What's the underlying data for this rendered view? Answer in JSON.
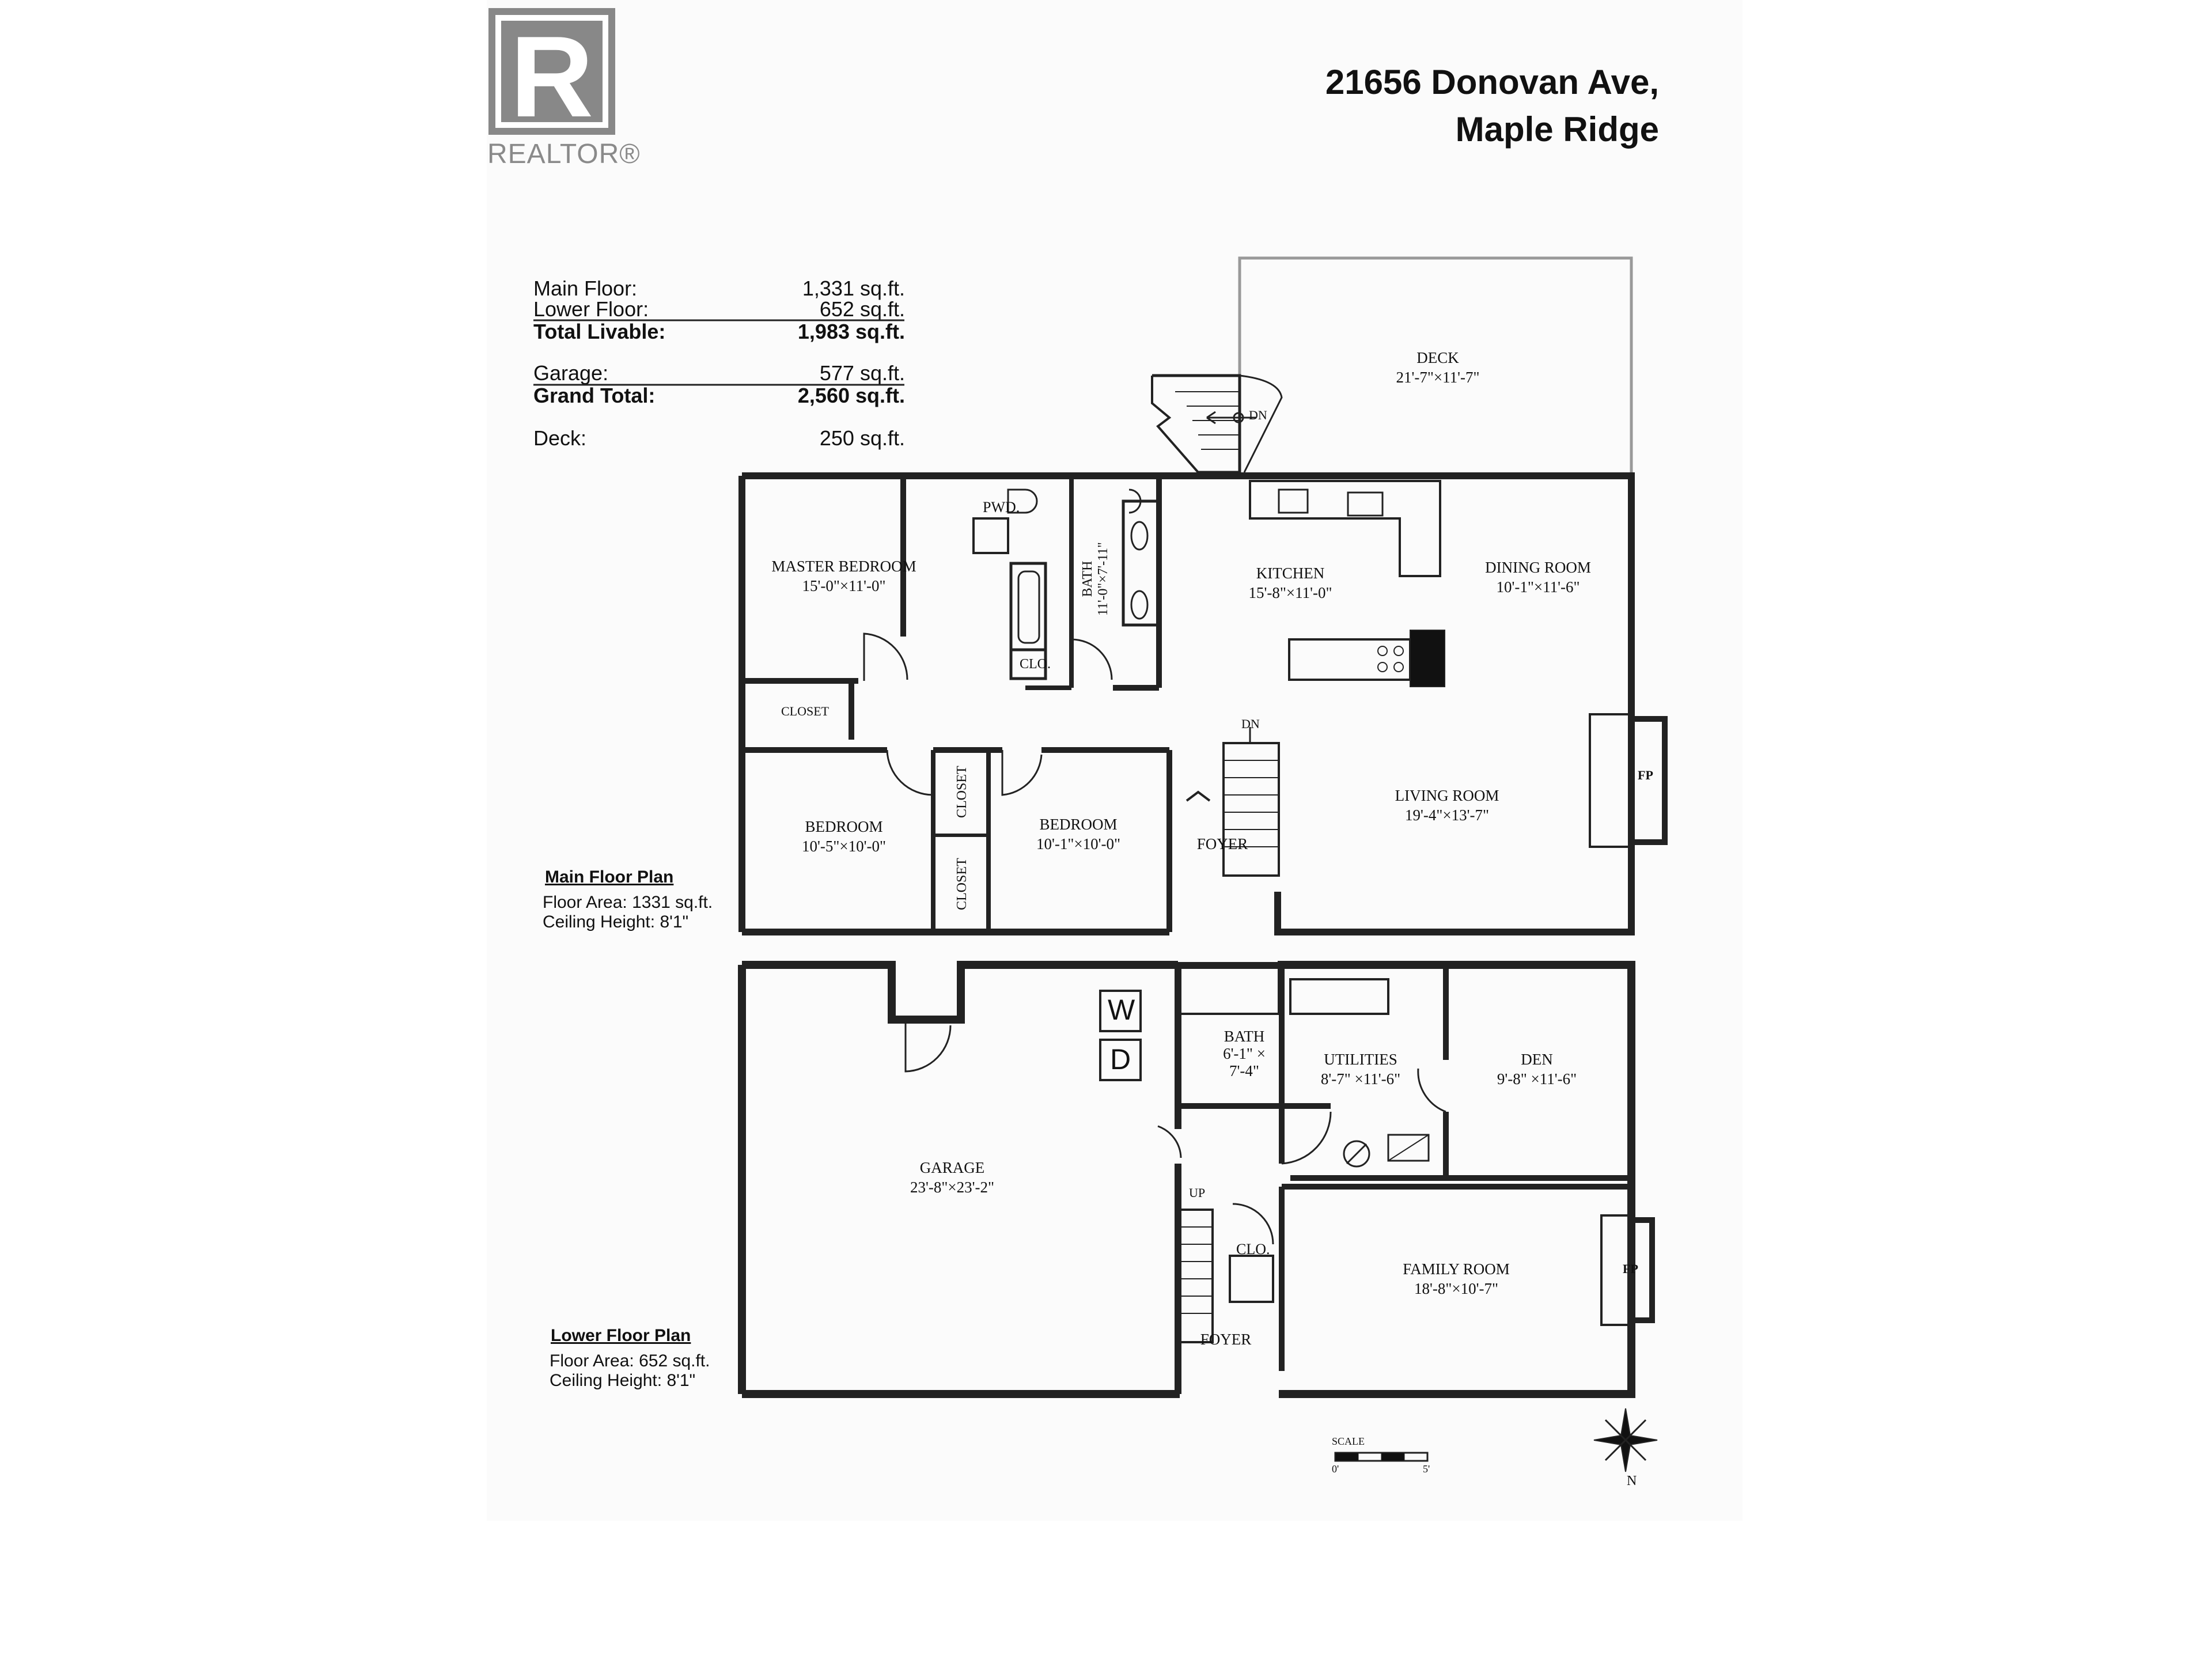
{
  "logo": {
    "letter": "R",
    "text": "REALTOR®"
  },
  "address": {
    "line1": "21656 Donovan Ave,",
    "line2": "Maple Ridge"
  },
  "areas": [
    {
      "label": "Main Floor:",
      "value": "1,331 sq.ft."
    },
    {
      "label": "Lower Floor:",
      "value": "652 sq.ft."
    },
    {
      "label": "Total Livable:",
      "value": "1,983 sq.ft."
    },
    {
      "label": "Garage:",
      "value": "577 sq.ft."
    },
    {
      "label": "Grand Total:",
      "value": "2,560 sq.ft."
    },
    {
      "label": "Deck:",
      "value": "250 sq.ft."
    }
  ],
  "main_plan": {
    "title": "Main Floor Plan",
    "area": "Floor Area: 1331 sq.ft.",
    "ceiling": "Ceiling Height: 8'1\""
  },
  "lower_plan": {
    "title": "Lower Floor Plan",
    "area": "Floor Area: 652 sq.ft.",
    "ceiling": "Ceiling Height: 8'1\""
  },
  "rooms": {
    "deck": {
      "name": "DECK",
      "dim": "21'-7\"×11'-7\""
    },
    "master": {
      "name": "MASTER BEDROOM",
      "dim": "15'-0\"×11'-0\""
    },
    "pwd": "PWD.",
    "bath_main": "BATH\n11'-0\"×7'-11\"",
    "clo_main": "CLO.",
    "kitchen": {
      "name": "KITCHEN",
      "dim": "15'-8\"×11'-0\""
    },
    "dining": {
      "name": "DINING ROOM",
      "dim": "10'-1\"×11'-6\""
    },
    "closet1": "CLOSET",
    "closet2": "CLOSET",
    "closet3": "CLOSET",
    "bedroom1": {
      "name": "BEDROOM",
      "dim": "10'-5\"×10'-0\""
    },
    "bedroom2": {
      "name": "BEDROOM",
      "dim": "10'-1\"×10'-0\""
    },
    "foyer_main": "FOYER",
    "living": {
      "name": "LIVING ROOM",
      "dim": "19'-4\"×13'-7\""
    },
    "fp1": "FP",
    "dn1": "DN",
    "dn2": "DN",
    "garage": {
      "name": "GARAGE",
      "dim": "23'-8\"×23'-2\""
    },
    "washer": "W",
    "dryer": "D",
    "bath_lower": {
      "name": "BATH",
      "dim1": "6'-1\" ×",
      "dim2": "7'-4\""
    },
    "utilities": {
      "name": "UTILITIES",
      "dim": "8'-7\" ×11'-6\""
    },
    "den": {
      "name": "DEN",
      "dim": "9'-8\" ×11'-6\""
    },
    "up": "UP",
    "clo_lower": "CLO.",
    "family": {
      "name": "FAMILY ROOM",
      "dim": "18'-8\"×10'-7\""
    },
    "fp2": "FP",
    "foyer_lower": "FOYER"
  },
  "scale": {
    "label": "SCALE",
    "zero": "0'",
    "five": "5'"
  },
  "north": "N"
}
